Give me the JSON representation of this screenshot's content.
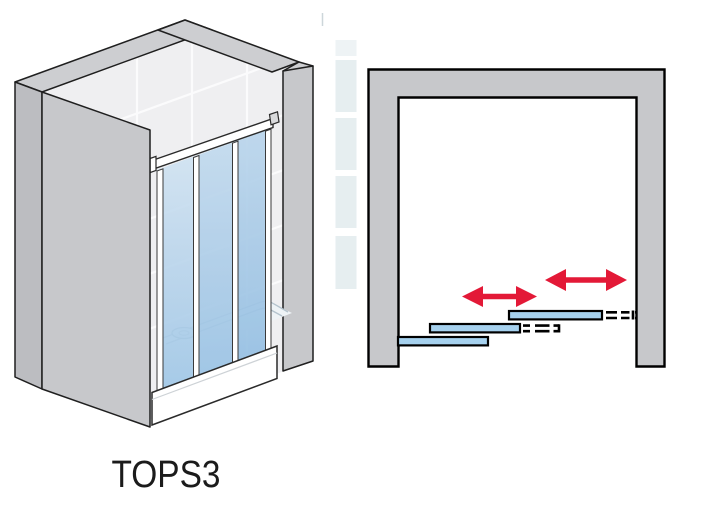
{
  "product": {
    "label": "TOPS3"
  },
  "palette": {
    "wall_gray": "#c7c8cb",
    "wall_gray_dark": "#bcbdc1",
    "wall_top_gray": "#cdced1",
    "tile_face": "#efeff1",
    "glass_top": "#d5e6f3",
    "glass_bottom": "#9ec6e6",
    "panel_blue": "#a6d1ee",
    "arrow_red": "#e31937",
    "accent_strip": "#e6eef0",
    "accent_strip_light": "#eef3f5",
    "frame_white": "#ffffff"
  },
  "left_view": {
    "glass_panel_count": 3
  },
  "right_view": {
    "panel_count": 3,
    "arrow_count": 2
  }
}
